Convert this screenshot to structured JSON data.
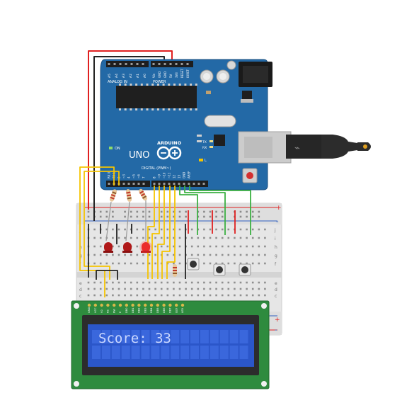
{
  "arduino": {
    "brand": "ARDUINO",
    "model": "UNO",
    "header_power": "POWER",
    "header_analog": "ANALOG IN",
    "header_digital": "DIGITAL (PWM~)",
    "power_pins": [
      "IOREF",
      "RESET",
      "3V3",
      "5V",
      "GND",
      "GND",
      "Vin"
    ],
    "analog_pins": [
      "A0",
      "A1",
      "A2",
      "A3",
      "A4",
      "A5"
    ],
    "digital_pins": [
      "AREF",
      "GND",
      "13",
      "12",
      "~11",
      "~10",
      "~9",
      "8",
      "7",
      "~6",
      "~5",
      "4",
      "~3",
      "2",
      "TX 1",
      "RX 0"
    ],
    "led_labels": [
      "L",
      "TX",
      "RX",
      "ON"
    ]
  },
  "lcd": {
    "text_line1": "Score: 33",
    "text_line2": "",
    "pin_labels": [
      "GND",
      "VCC",
      "V0",
      "RS",
      "RW",
      "E",
      "DB0",
      "DB1",
      "DB2",
      "DB3",
      "DB4",
      "DB5",
      "DB6",
      "DB7",
      "LED",
      "LED"
    ],
    "colors": {
      "pcb": "#2e8b3e",
      "bezel": "#2c2c2c",
      "screen": "#2b56c9",
      "cell": "#3a67dc",
      "text": "#c9d7ff"
    }
  },
  "breadboard": {
    "rail_plus": "+",
    "rail_minus": "-",
    "row_letters_top": [
      "j",
      "i",
      "h",
      "g",
      "f"
    ],
    "row_letters_bottom": [
      "e",
      "d",
      "c",
      "b",
      "a"
    ]
  },
  "wire_colors": {
    "red": "#e02020",
    "black": "#222222",
    "yellow": "#f5c400",
    "green": "#3cb043"
  },
  "components": {
    "leds": 3,
    "buttons": 3,
    "resistors": 4
  }
}
